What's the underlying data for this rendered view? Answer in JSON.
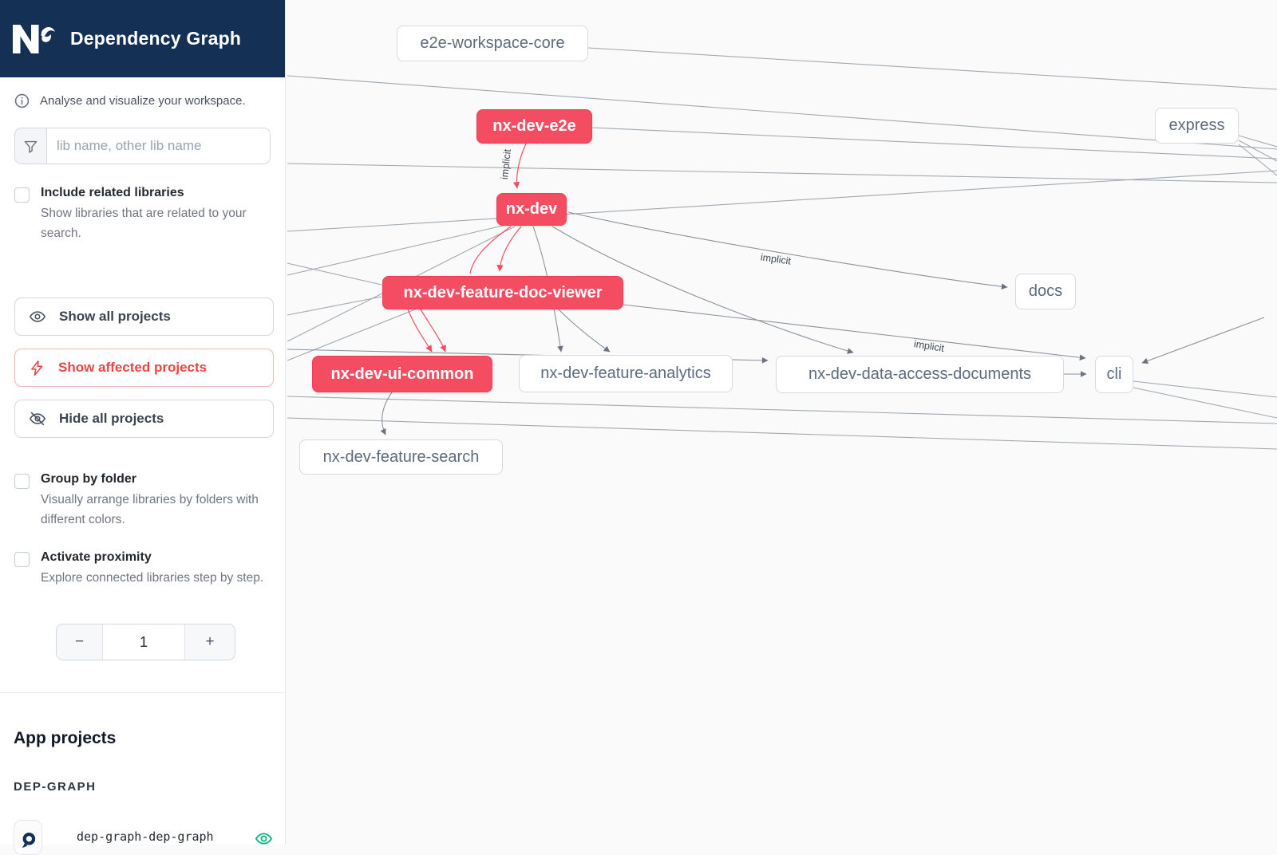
{
  "header": {
    "title": "Dependency Graph"
  },
  "sidebar": {
    "tagline": "Analyse and visualize your workspace.",
    "search": {
      "placeholder": "lib name, other lib name"
    },
    "checkboxes": [
      {
        "label": "Include related libraries",
        "description": "Show libraries that are related to your search.",
        "checked": false
      },
      {
        "label": "Group by folder",
        "description": "Visually arrange libraries by folders with different colors.",
        "checked": false
      },
      {
        "label": "Activate proximity",
        "description": "Explore connected libraries step by step.",
        "checked": false
      }
    ],
    "buttons": [
      {
        "label": "Show all projects",
        "icon": "eye-icon"
      },
      {
        "label": "Show affected projects",
        "icon": "lightning-icon"
      },
      {
        "label": "Hide all projects",
        "icon": "eye-off-icon"
      }
    ],
    "stepper": {
      "decrement": "−",
      "value": "1",
      "increment": "+"
    },
    "app_projects_heading": "App projects",
    "section_label": "DEP-GRAPH",
    "projects": [
      {
        "name": "dep-graph-dep-graph",
        "visibility": "visible"
      }
    ]
  },
  "graph": {
    "nodes": [
      {
        "label": "e2e-workspace-core",
        "state": "normal"
      },
      {
        "label": "nx-dev-e2e",
        "state": "affected"
      },
      {
        "label": "express",
        "state": "normal"
      },
      {
        "label": "nx-dev",
        "state": "affected"
      },
      {
        "label": "nx-dev-feature-doc-viewer",
        "state": "affected"
      },
      {
        "label": "docs",
        "state": "normal"
      },
      {
        "label": "nx-dev-ui-common",
        "state": "affected"
      },
      {
        "label": "nx-dev-feature-analytics",
        "state": "normal"
      },
      {
        "label": "nx-dev-data-access-documents",
        "state": "normal"
      },
      {
        "label": "cli",
        "state": "normal"
      },
      {
        "label": "nx-dev-feature-search",
        "state": "normal"
      }
    ],
    "edge_labels": [
      {
        "text": "implicit"
      },
      {
        "text": "implicit"
      },
      {
        "text": "implicit"
      }
    ],
    "colors": {
      "brand_navy": "#143055",
      "affected_pink": "#f44d62",
      "danger_red": "#ef4444",
      "success_green": "#10b981",
      "edge_gray": "#9aa0a8"
    }
  }
}
